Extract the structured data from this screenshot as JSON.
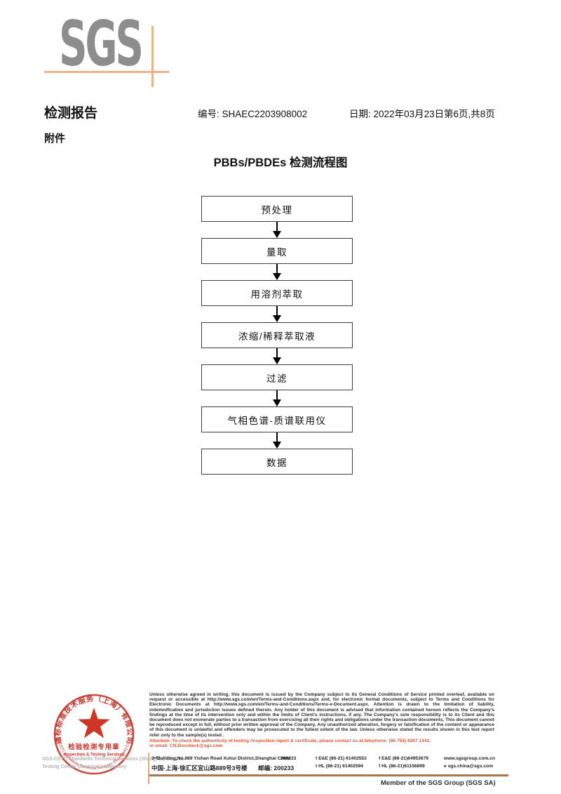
{
  "header": {
    "logo": "SGS",
    "title": "检测报告",
    "report_no_label": "编号:",
    "report_no": "SHAEC2203908002",
    "date_label": "日期:",
    "date": "2022年03月23日",
    "page_info": "第6页,共8页",
    "attachment_label": "附件"
  },
  "flowchart": {
    "title": "PBBs/PBDEs 检测流程图",
    "steps": [
      "预处理",
      "量取",
      "用溶剂萃取",
      "浓缩/稀释萃取液",
      "过滤",
      "气相色谱-质谱联用仪",
      "数据"
    ]
  },
  "footer": {
    "legal_text": "Unless otherwise agreed in writing, this document is issued by the Company subject to its General Conditions of Service printed overleaf, available on request or accessible at http://www.sgs.com/en/Terms-and-Conditions.aspx and, for electronic format documents, subject to Terms and Conditions for Electronic Documents at http://www.sgs.com/en/Terms-and-Conditions/Terms-e-Document.aspx. Attention is drawn to the limitation of liability, indemnification and jurisdiction issues defined therein. Any holder of this document is advised that information contained hereon reflects the Company's findings at the time of its intervention only and within the limits of Client's instructions, if any. The Company's sole responsibility is to its Client and this document does not exonerate parties to a transaction from exercising all their rights and obligations under the transaction documents. This document cannot be reproduced except in full, without prior written approval of the Company. Any unauthorized alteration, forgery or falsification of the content or appearance of this document is unlawful and offenders may be prosecuted to the fullest extent of the law. Unless otherwise stated the results shown in this test report refer only to the sample(s) tested .",
    "attention_line1": "Attention: To check the authenticity of testing /inspection report & certificate, please contact us at telephone: (86-755) 8307 1443,",
    "attention_line2": "or email: CN.Doccheck@sgs.com",
    "stamp": {
      "arc_top": "通标标准技术服务（上海）有限公司",
      "center_line1": "检验检测专用章",
      "center_line2": "Inspection & Testing Services",
      "arc_bottom": "SGS-CSTC Standards Technical Services (Shanghai) Co.,Ltd."
    },
    "company_line1": "SGS-CSTC Standards Technical Services (Shanghai) Co.,Ltd.",
    "company_line2": "Testing Center-Chemical Laboratory",
    "address": {
      "rows": [
        {
          "addr": "3ʳᵈBuilding,No.889 Yishan Road Xuhui District,Shanghai China",
          "postal": "200233",
          "tel": "t E&E (86-21) 61402553",
          "fax": "f E&E (86-21)64953679",
          "web": "www.sgsgroup.com.cn"
        },
        {
          "addr": "中国·上海·徐汇区宜山路889号3号楼",
          "postal": "邮编: 200233",
          "tel": "t HL (86-21) 61402594",
          "fax": "f HL (86-21)61156899",
          "web": "e  sgs.china@sgs.com"
        }
      ]
    },
    "member_text": "Member of the SGS Group (SGS SA)"
  },
  "colors": {
    "logo_gray": "#8d8d8d",
    "accent_tan": "#eab286",
    "bronze": "#a9774e",
    "stamp_red": "#c5372c",
    "attention_red": "#e05331"
  }
}
